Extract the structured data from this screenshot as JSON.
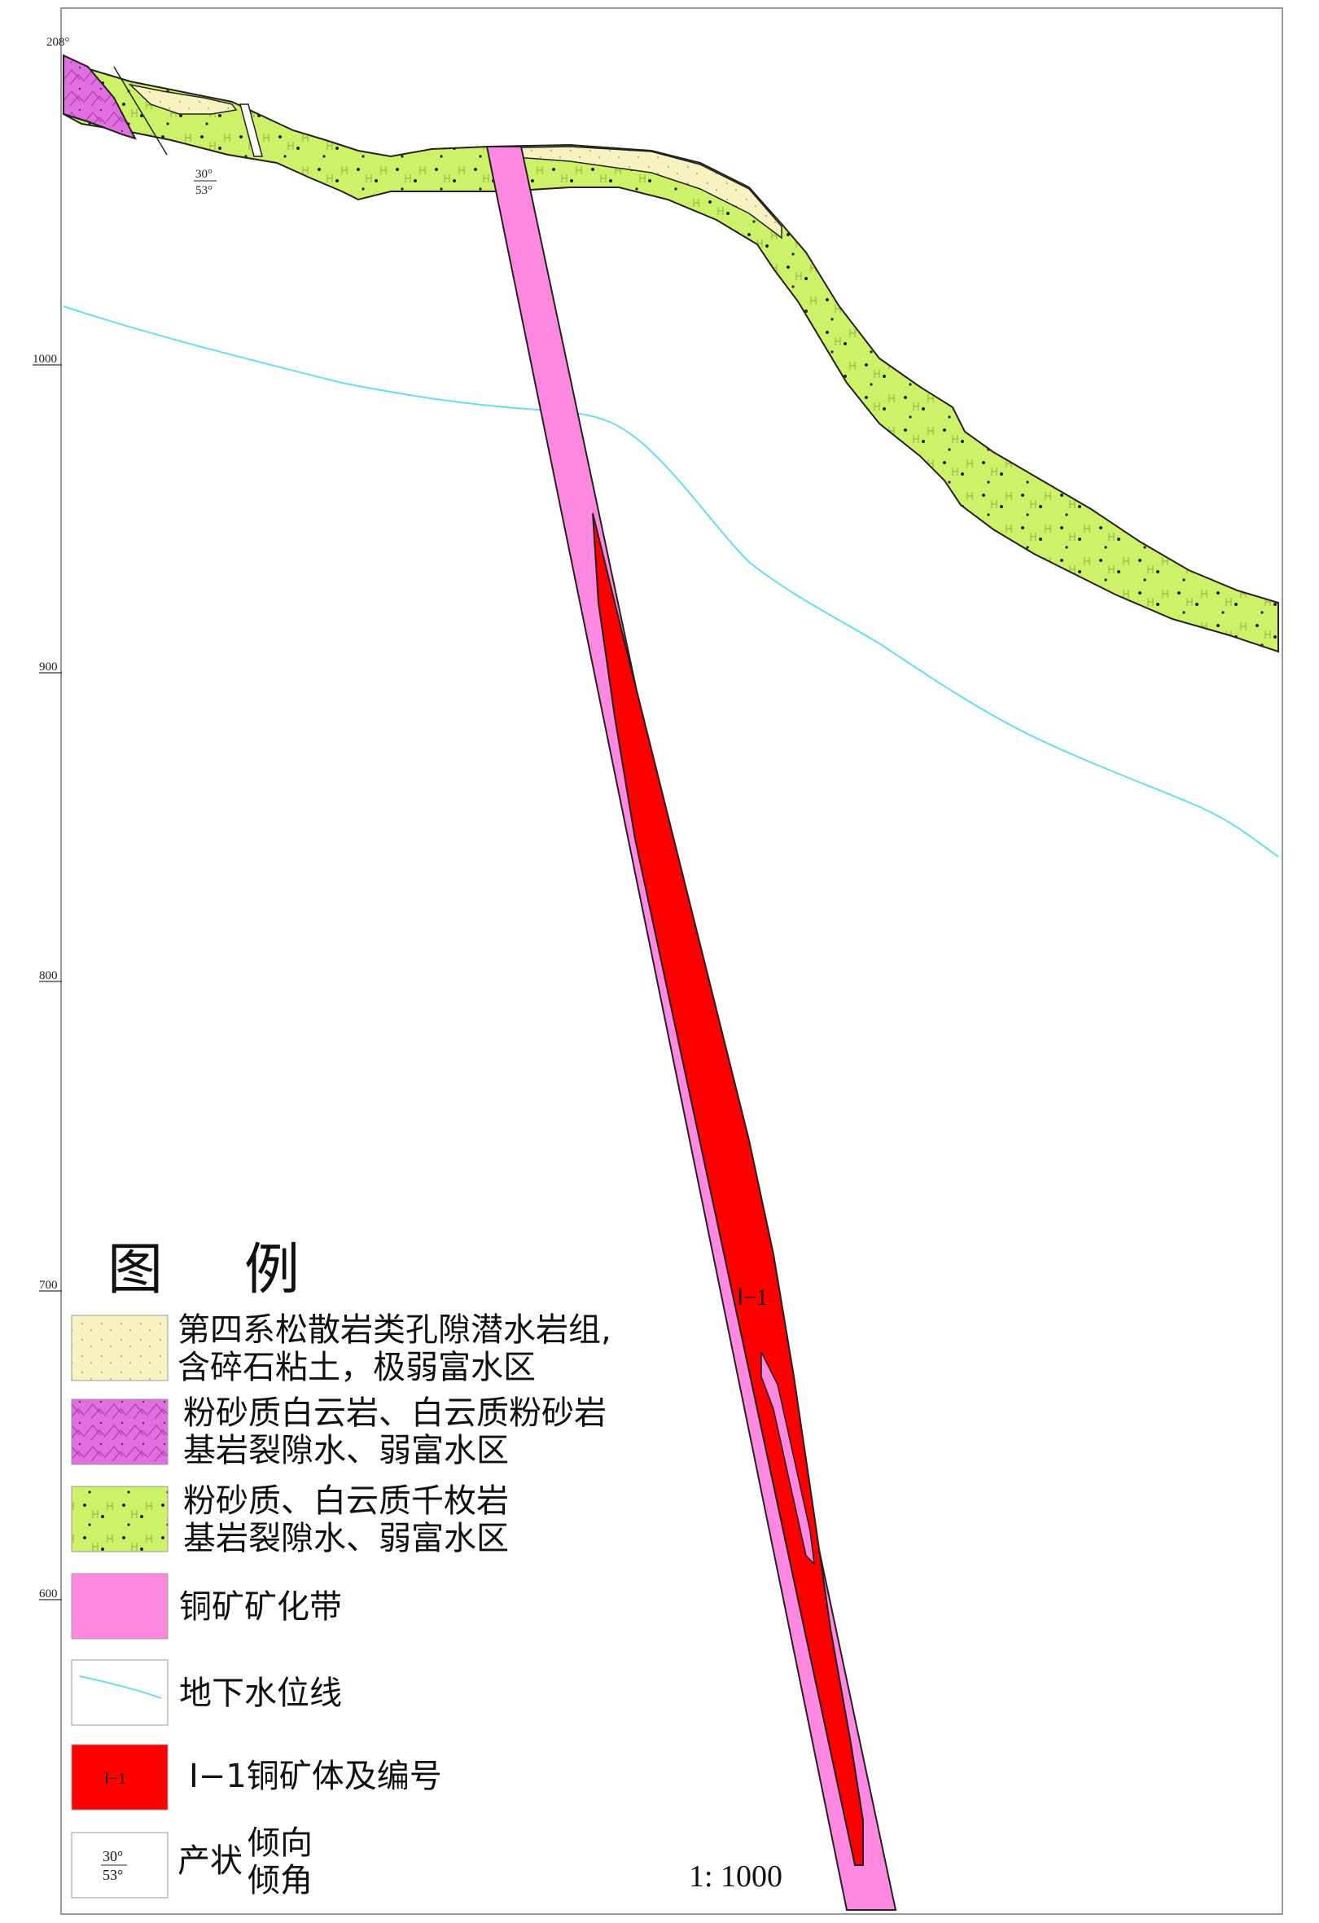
{
  "elevation_labels": [
    "1000",
    "900",
    "800",
    "700",
    "600"
  ],
  "top_azimuth": "208°",
  "attitude": {
    "dip_direction": "30°",
    "dip_angle": "53°"
  },
  "ore_body_label": "Ⅰ−1",
  "legend": {
    "title": [
      "图",
      "例"
    ],
    "items": [
      {
        "lines": [
          "第四系松散岩类孔隙潜水岩组,",
          "含碎石粘土，极弱富水区"
        ]
      },
      {
        "lines": [
          "粉砂质白云岩、白云质粉砂岩",
          "基岩裂隙水、弱富水区"
        ]
      },
      {
        "lines": [
          "粉砂质、白云质千枚岩",
          "基岩裂隙水、弱富水区"
        ]
      },
      {
        "lines": [
          "铜矿矿化带"
        ]
      },
      {
        "lines": [
          "地下水位线"
        ]
      },
      {
        "lines": [
          "Ⅰ−1铜矿体及编号"
        ],
        "swatch_text": "Ⅰ−1"
      },
      {
        "label": "产状",
        "lines": [
          "倾向",
          "倾角"
        ],
        "swatch_text": [
          "30°",
          "53°"
        ]
      }
    ]
  },
  "scale": "1: 1000",
  "colors": {
    "quaternary": "#f7f3c0",
    "dolomite": "#e070e0",
    "phyllite": "#cdf26a",
    "mineralized_zone": "#ff88e0",
    "ore_body": "#ff0000",
    "water_table": "#66ddee"
  }
}
